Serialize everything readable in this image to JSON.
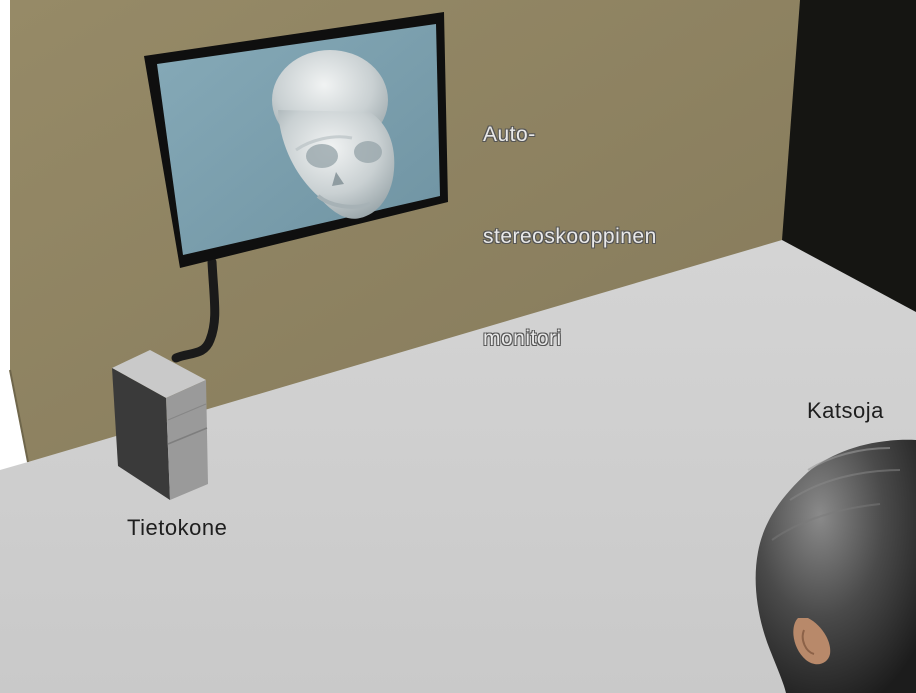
{
  "labels": {
    "monitor_lines": [
      "Auto-",
      "stereoskooppinen",
      "monitori"
    ],
    "computer": "Tietokone",
    "viewer": "Katsoja"
  },
  "icons": [
    "skull-icon",
    "computer-tower-icon",
    "viewer-head-icon"
  ],
  "colors": {
    "back_wall": "#8f8463",
    "side_wall": "#151512",
    "floor": "#d2d2d2",
    "screen": "#7fa3b1",
    "monitor_frame": "#111111"
  }
}
